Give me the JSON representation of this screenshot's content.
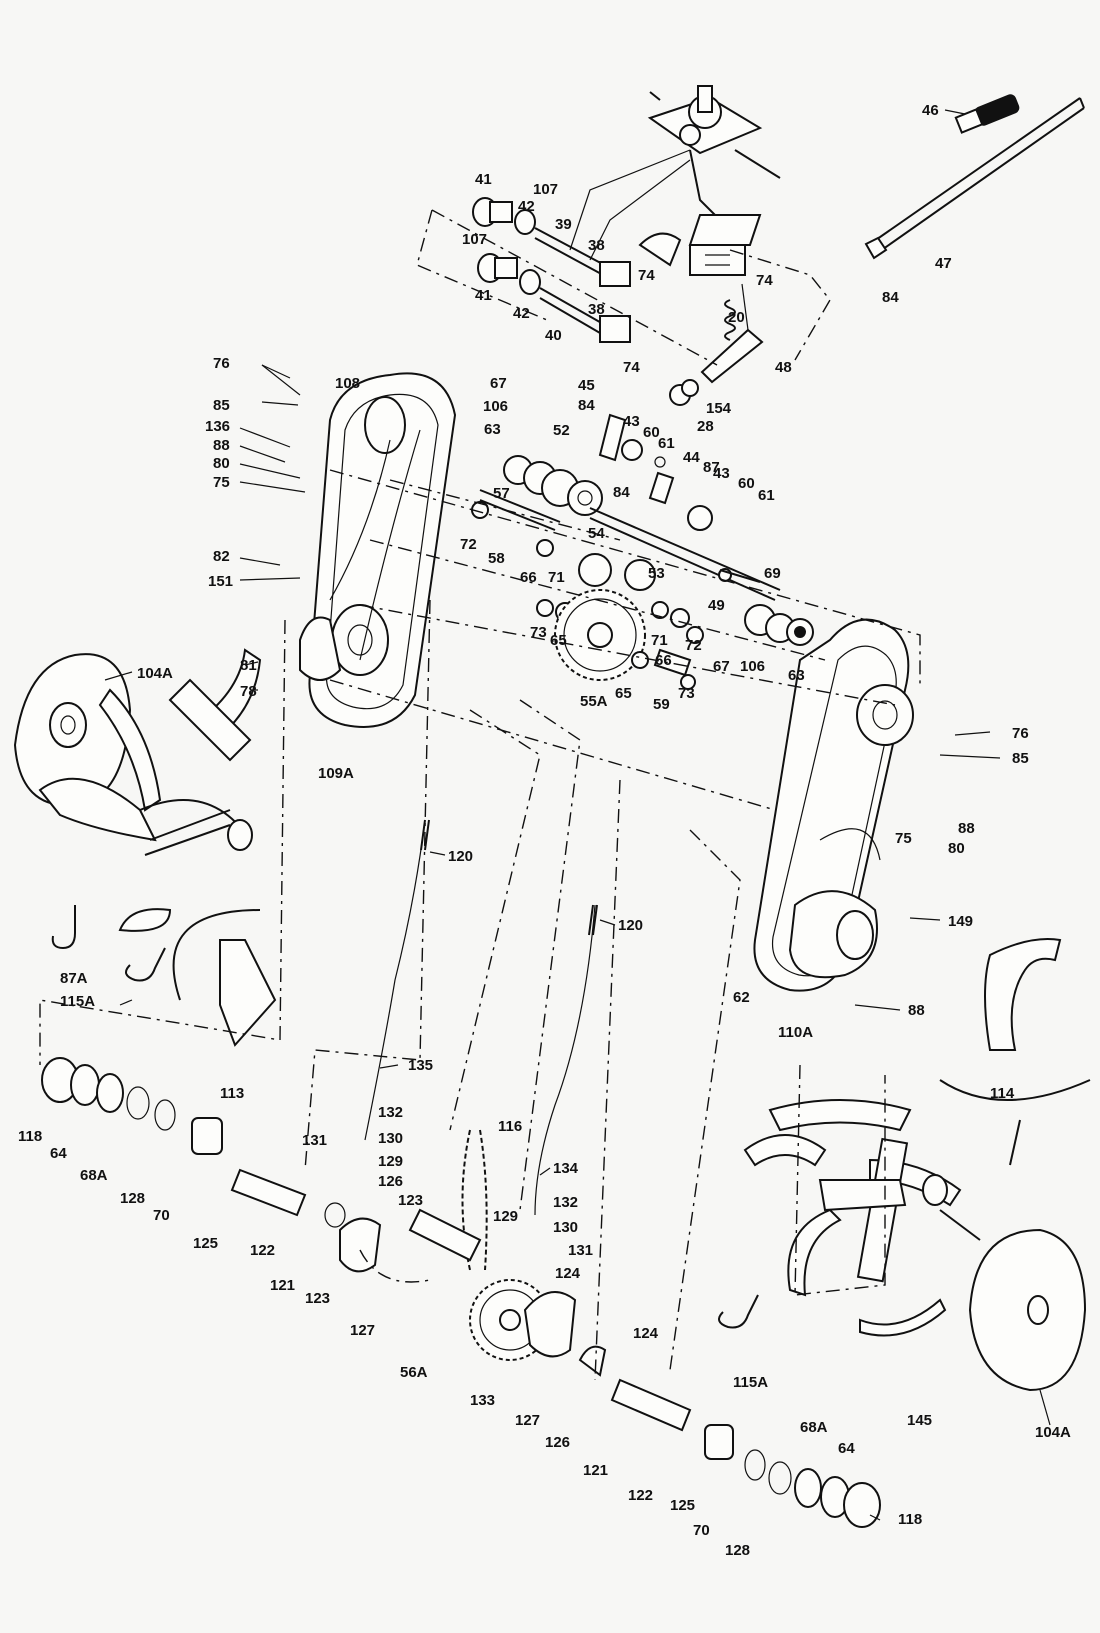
{
  "diagram": {
    "labels": [
      "46",
      "41",
      "107",
      "42",
      "39",
      "38",
      "74",
      "47",
      "107",
      "41",
      "42",
      "38",
      "74",
      "20",
      "84",
      "40",
      "74",
      "48",
      "154",
      "28",
      "76",
      "108",
      "85",
      "45",
      "67",
      "106",
      "84",
      "43",
      "60",
      "61",
      "136",
      "63",
      "52",
      "88",
      "44",
      "87",
      "43",
      "60",
      "80",
      "75",
      "57",
      "84",
      "61",
      "72",
      "54",
      "58",
      "82",
      "66",
      "71",
      "53",
      "69",
      "151",
      "49",
      "73",
      "65",
      "67",
      "106",
      "63",
      "55A",
      "72",
      "66",
      "71",
      "65",
      "59",
      "73",
      "81",
      "104A",
      "78",
      "109A",
      "76",
      "85",
      "75",
      "88",
      "80",
      "120",
      "149",
      "120",
      "87A",
      "115A",
      "62",
      "88",
      "110A",
      "113",
      "114",
      "135",
      "118",
      "64",
      "68A",
      "128",
      "70",
      "132",
      "131",
      "130",
      "116",
      "129",
      "126",
      "134",
      "125",
      "123",
      "132",
      "122",
      "129",
      "130",
      "121",
      "131",
      "124",
      "123",
      "127",
      "56A",
      "124",
      "133",
      "127",
      "126",
      "115A",
      "145",
      "104A",
      "121",
      "122",
      "125",
      "68A",
      "64",
      "118",
      "70",
      "128"
    ]
  }
}
